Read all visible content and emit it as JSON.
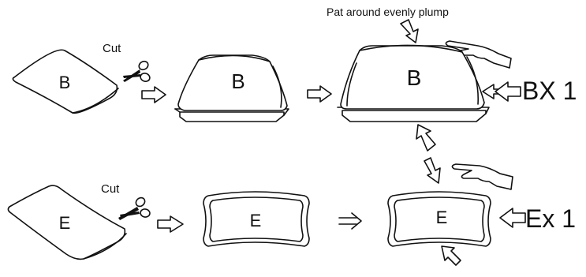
{
  "top_row": {
    "pouch_letter": "B",
    "cut_label": "Cut",
    "tray_letter": "B",
    "final_letter": "B",
    "pat_label": "Pat around evenly plump",
    "multiplier_label": "BX 1"
  },
  "bottom_row": {
    "pouch_letter": "E",
    "cut_label": "Cut",
    "tray_letter": "E",
    "final_letter": "E",
    "multiplier_label": "Ex 1"
  },
  "icons": [
    "scissors-icon",
    "hand-icon",
    "arrow-icon"
  ]
}
